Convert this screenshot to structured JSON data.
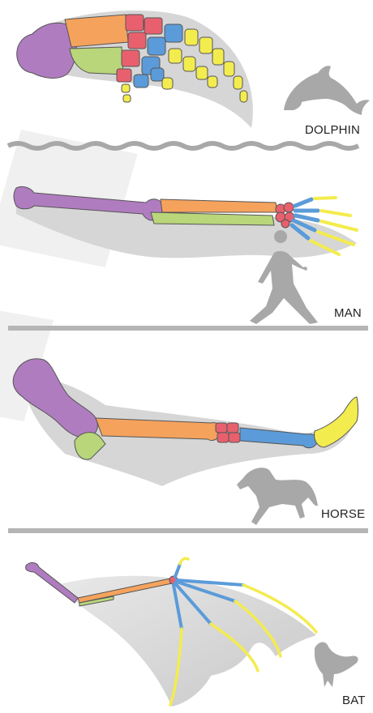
{
  "panels": {
    "dolphin": {
      "label": "DOLPHIN"
    },
    "man": {
      "label": "MAN"
    },
    "horse": {
      "label": "HORSE"
    },
    "bat": {
      "label": "BAT"
    }
  },
  "colors": {
    "humerus": "#b07cc0",
    "radius": "#f5a25d",
    "ulna": "#b9d67a",
    "carpals": "#e8606e",
    "metacarpals": "#5b9bd9",
    "phalanges": "#f3ec4e",
    "shadow": "#d4d4d4",
    "silhouette": "#a8a8a8",
    "divider": "#b5b5b5",
    "watermark": "#eeeeee"
  },
  "icons": {
    "dolphin": "dolphin-silhouette-icon",
    "man": "walking-man-silhouette-icon",
    "horse": "galloping-horse-silhouette-icon",
    "bat": "flying-bat-silhouette-icon"
  }
}
